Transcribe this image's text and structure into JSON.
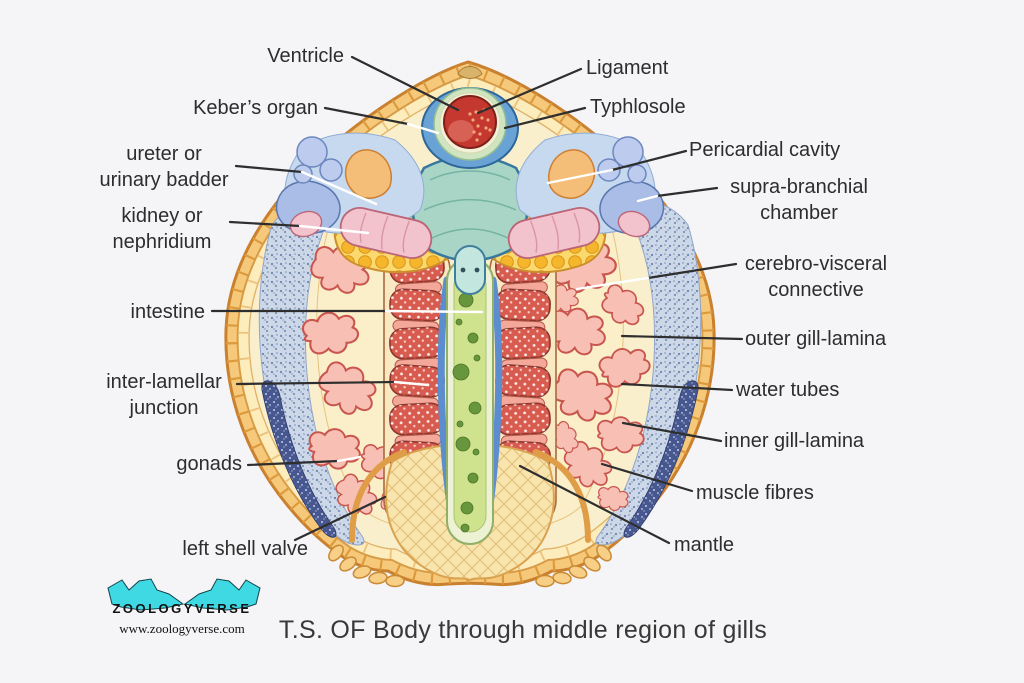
{
  "title": {
    "text": "T.S. OF Body through middle region of gills"
  },
  "branding": {
    "name": "ZOOLOGYVERSE",
    "website": "www.zoologyverse.com"
  },
  "labels": [
    {
      "id": "ventricle",
      "text": "Ventricle"
    },
    {
      "id": "kebers-organ",
      "text": "Keber’s organ"
    },
    {
      "id": "ureter-or-urinary-bladder",
      "text": "ureter or\nurinary badder"
    },
    {
      "id": "kidney-or-nephridium",
      "text": "kidney or\nnephridium"
    },
    {
      "id": "intestine",
      "text": "intestine"
    },
    {
      "id": "inter-lamellar-junction",
      "text": "inter-lamellar\njunction"
    },
    {
      "id": "gonads",
      "text": "gonads"
    },
    {
      "id": "left-shell-valve",
      "text": "left shell valve"
    },
    {
      "id": "ligament",
      "text": "Ligament"
    },
    {
      "id": "typhlosole",
      "text": "Typhlosole"
    },
    {
      "id": "pericardial-cavity",
      "text": "Pericardial cavity"
    },
    {
      "id": "supra-branchial-chamber",
      "text": "supra-branchial\nchamber"
    },
    {
      "id": "cerebro-visceral-connective",
      "text": "cerebro-visceral\nconnective"
    },
    {
      "id": "outer-gill-lamina",
      "text": "outer gill-lamina"
    },
    {
      "id": "water-tubes",
      "text": "water tubes"
    },
    {
      "id": "inner-gill-lamina",
      "text": "inner gill-lamina"
    },
    {
      "id": "muscle-fibres",
      "text": "muscle fibres"
    },
    {
      "id": "mantle",
      "text": "mantle"
    }
  ],
  "palette": {
    "background": "#f5f4f6",
    "label_text": "#2d2d2d",
    "shell_gold": "#f5c87a",
    "shell_rim": "#c9812f",
    "inner_band": "#fdedbd",
    "body_cream": "#f9efcd",
    "mantle_speckle": "#ccd7e8",
    "gill_red": "#d85b50",
    "gonad_pink": "#f8c0b4",
    "gonad_yellow": "#f5b62c",
    "intestine_green": "#cfe28d",
    "visceral_teal": "#a9d5c7",
    "pericardium_blue": "#69a3d6",
    "ventricle_red": "#c5382f",
    "foot_cream": "#f8e5ae",
    "logo_cyan": "#3fd9e4"
  }
}
